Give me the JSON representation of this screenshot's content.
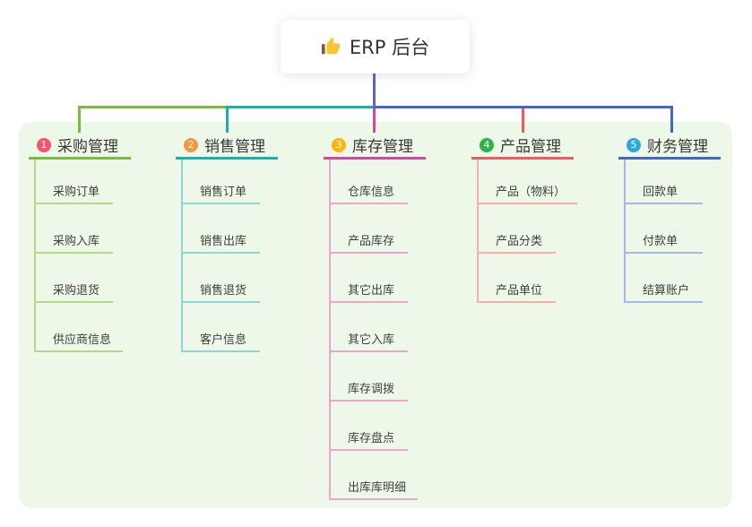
{
  "root": {
    "title": "ERP 后台",
    "icon": "thumbs-up",
    "edge_color": "#5a6ac2"
  },
  "panel": {
    "bg_color": "#eef8e9"
  },
  "branches": [
    {
      "num": "1",
      "label": "采购管理",
      "color": "#7cb93f",
      "light_color": "#b5da8c",
      "badge_color": "#f5566e",
      "children": [
        "采购订单",
        "采购入库",
        "采购退货",
        "供应商信息"
      ]
    },
    {
      "num": "2",
      "label": "销售管理",
      "color": "#17b3a9",
      "light_color": "#8cd8d2",
      "badge_color": "#f9953f",
      "children": [
        "销售订单",
        "销售出库",
        "销售退货",
        "客户信息"
      ]
    },
    {
      "num": "3",
      "label": "库存管理",
      "color": "#d6479f",
      "light_color": "#eda4cf",
      "badge_color": "#ffb30e",
      "children": [
        "仓库信息",
        "产品库存",
        "其它出库",
        "其它入库",
        "库存调拨",
        "库存盘点",
        "出库库明细"
      ]
    },
    {
      "num": "4",
      "label": "产品管理",
      "color": "#f8555e",
      "light_color": "#fbaaae",
      "badge_color": "#2cb34b",
      "children": [
        "产品（物料）",
        "产品分类",
        "产品单位"
      ]
    },
    {
      "num": "5",
      "label": "财务管理",
      "color": "#4365d0",
      "light_color": "#a8b6e9",
      "badge_color": "#2ea7e0",
      "children": [
        "回款单",
        "付款单",
        "结算账户"
      ]
    }
  ]
}
